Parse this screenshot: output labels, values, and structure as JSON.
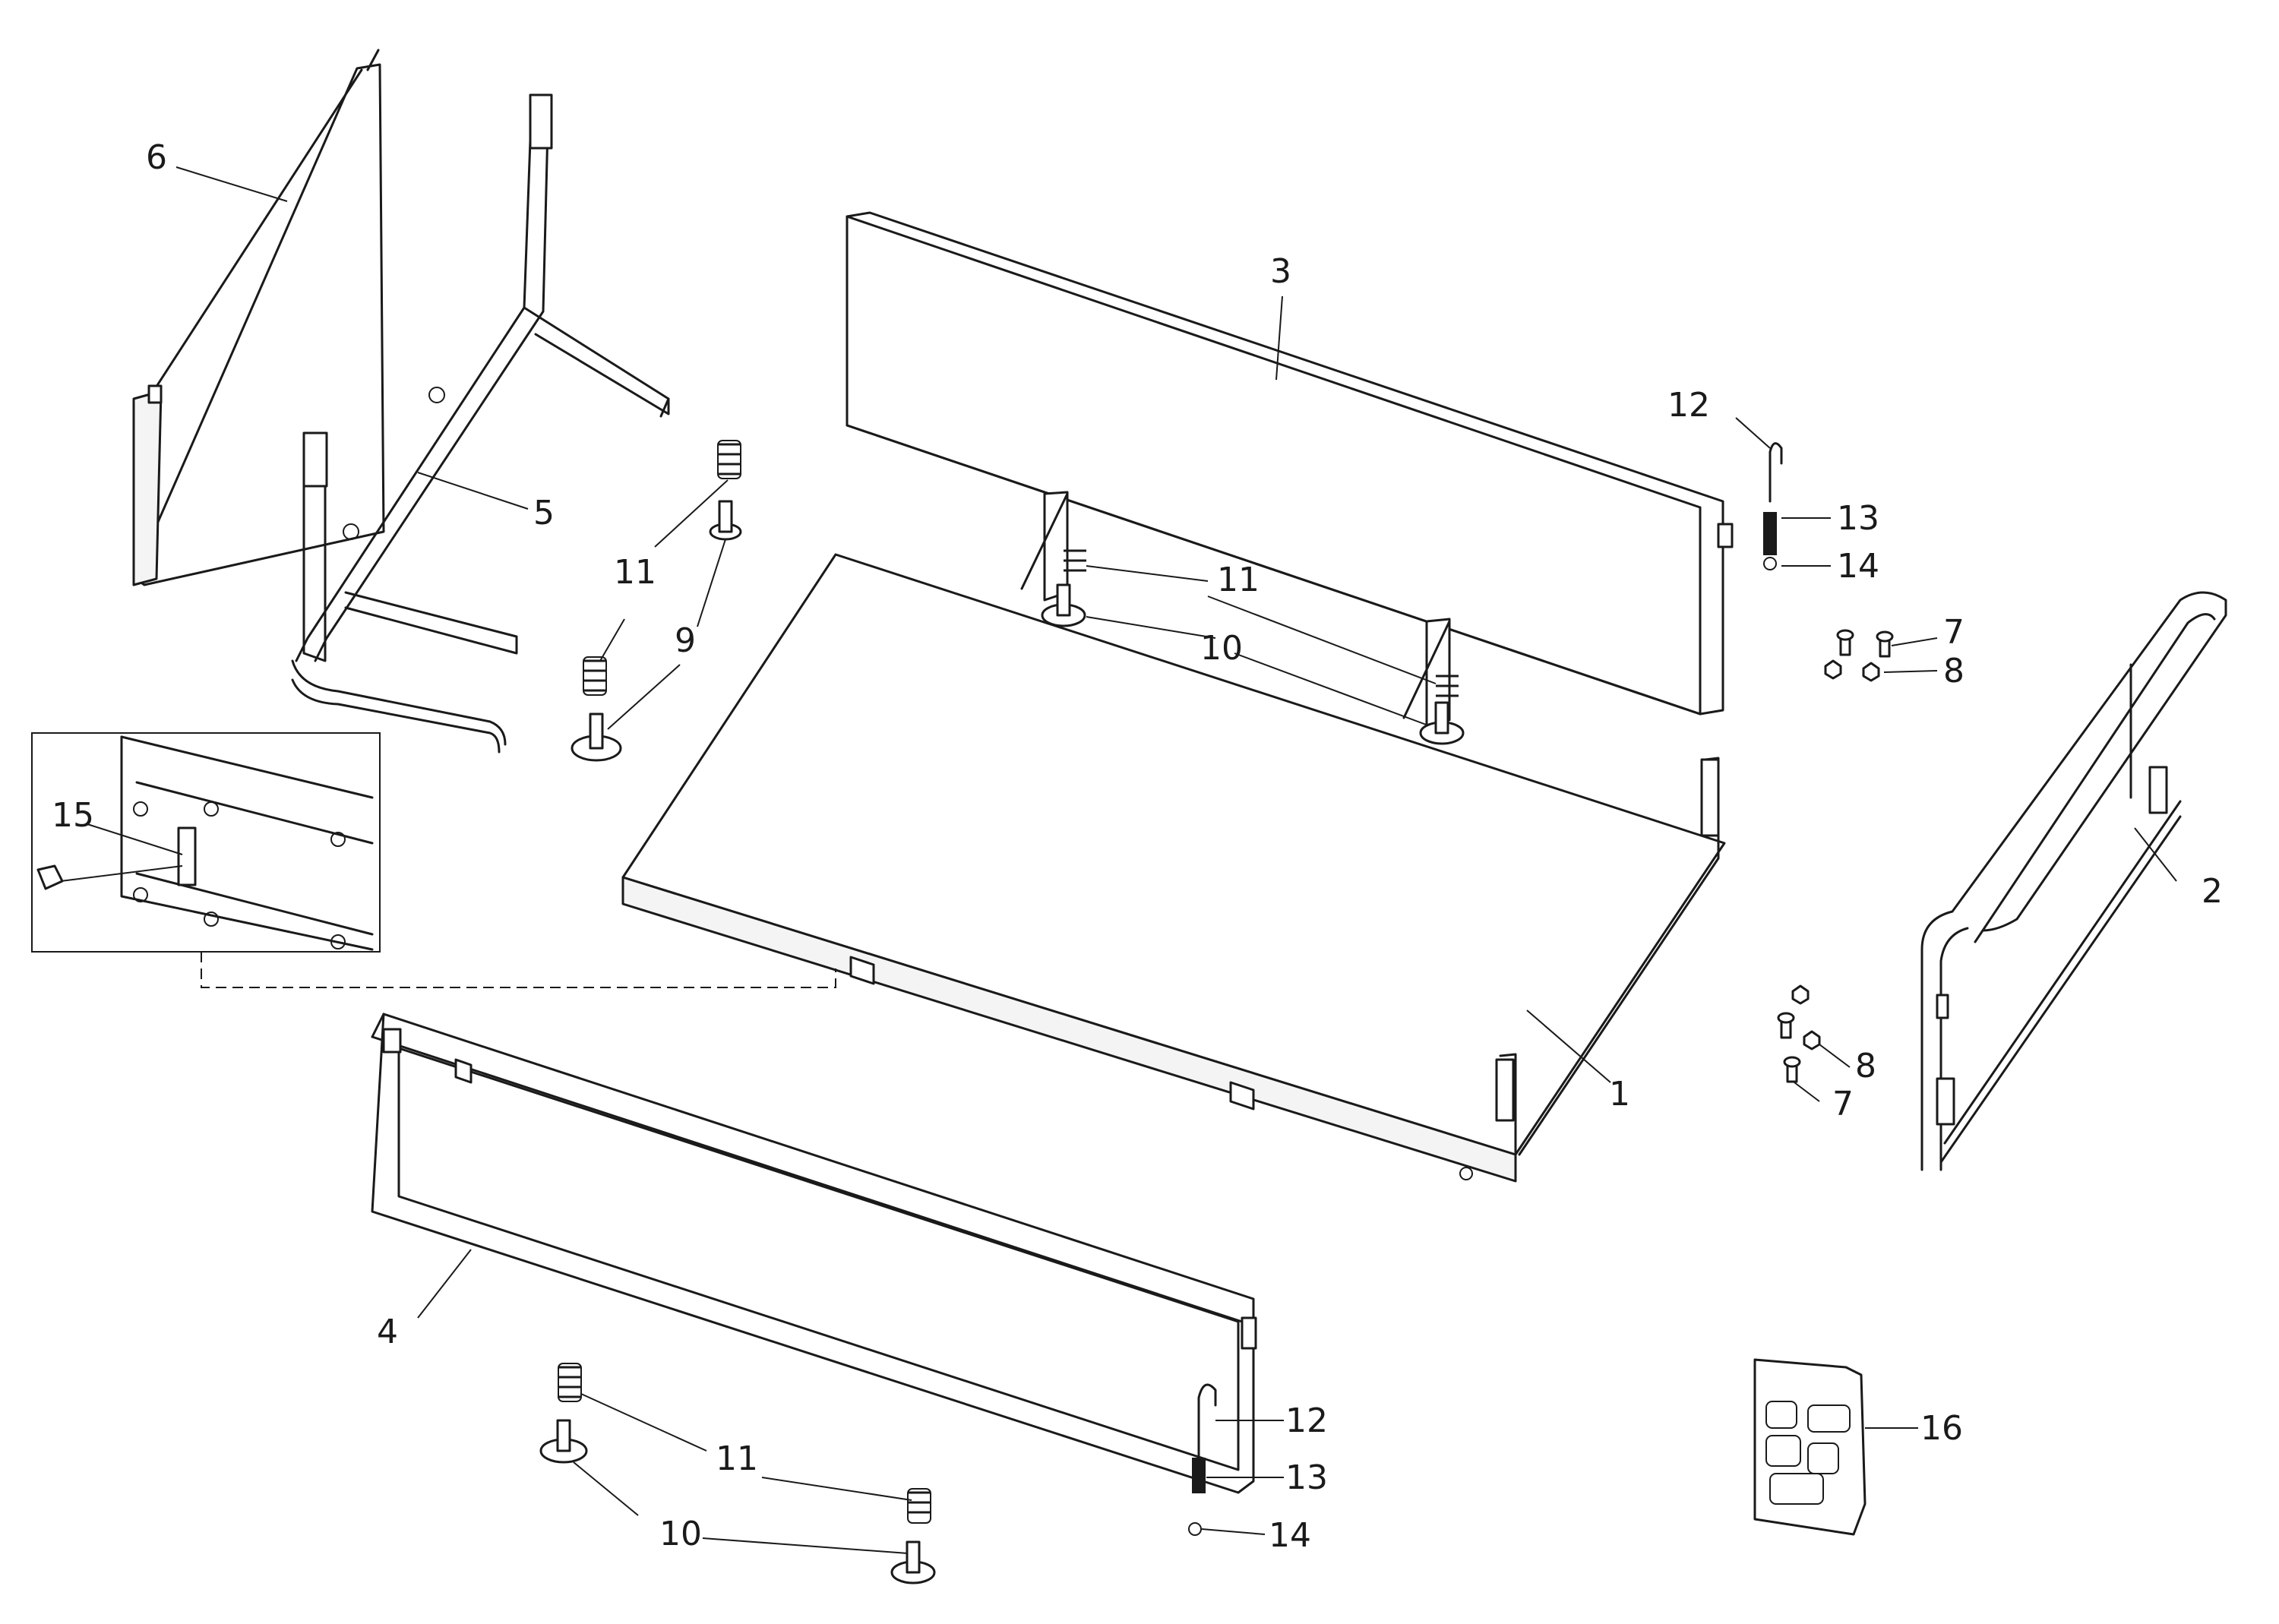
{
  "callouts": {
    "c1": "1",
    "c2": "2",
    "c3": "3",
    "c4": "4",
    "c5": "5",
    "c6": "6",
    "c7a": "7",
    "c7b": "7",
    "c8a": "8",
    "c8b": "8",
    "c9": "9",
    "c10a": "10",
    "c10b": "10",
    "c11a": "11",
    "c11b": "11",
    "c11c": "11",
    "c12a": "12",
    "c12b": "12",
    "c13a": "13",
    "c13b": "13",
    "c14a": "14",
    "c14b": "14",
    "c15": "15",
    "c16": "16"
  }
}
